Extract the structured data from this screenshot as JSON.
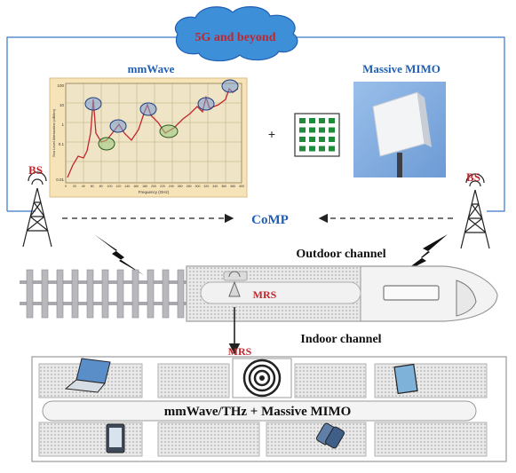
{
  "cloud": {
    "label": "5G and beyond"
  },
  "mmwave": {
    "label": "mmWave",
    "chart": {
      "ylabel": "Sea Level Attenuation (dB/km)",
      "xlabel": "Frequency (GHz)",
      "y_ticks": [
        "100",
        "10",
        "1",
        "0.1",
        "0.01"
      ],
      "x_ticks": [
        "0",
        "20",
        "40",
        "60",
        "80",
        "100",
        "120",
        "140",
        "160",
        "180",
        "200",
        "220",
        "240",
        "260",
        "280",
        "300",
        "320",
        "340",
        "360",
        "380",
        "400"
      ]
    }
  },
  "plus_sign": "+",
  "massive_mimo": {
    "label": "Massive MIMO"
  },
  "bs_left": {
    "label": "BS"
  },
  "bs_right": {
    "label": "BS"
  },
  "comp": {
    "label": "CoMP"
  },
  "outdoor": {
    "label": "Outdoor channel"
  },
  "mrs_train": {
    "label": "MRS"
  },
  "indoor": {
    "label": "Indoor channel"
  },
  "mrs_car": {
    "label": "MRS"
  },
  "car_banner": {
    "label": "mmWave/THz + Massive MIMO"
  },
  "colors": {
    "cloud": "#3d8fd8",
    "accent_red": "#c0272d",
    "accent_blue": "#1f5fb4",
    "chart_bg": "#f7e3b8",
    "circle_blue": "#7a9fd6",
    "circle_green": "#9acb7e"
  }
}
